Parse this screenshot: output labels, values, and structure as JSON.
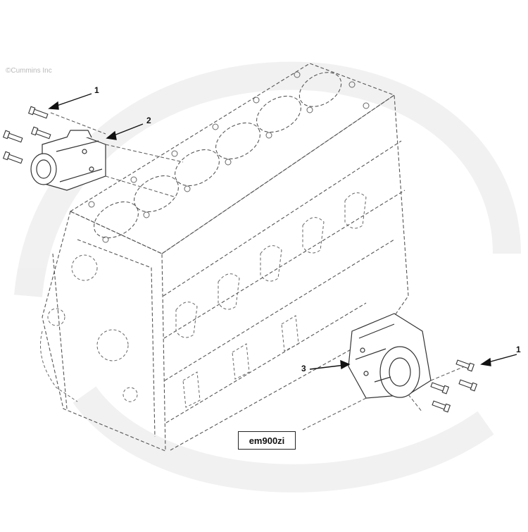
{
  "watermark": {
    "copyright": "©Cummins Inc"
  },
  "callouts": {
    "top_bolts": "1",
    "top_mount": "2",
    "bottom_bolts": "1",
    "bottom_mount": "3"
  },
  "figure_id": "em900zi",
  "colors": {
    "line": "#3a3a3a",
    "dash": "#555555",
    "watermark": "#e6e6e6"
  }
}
